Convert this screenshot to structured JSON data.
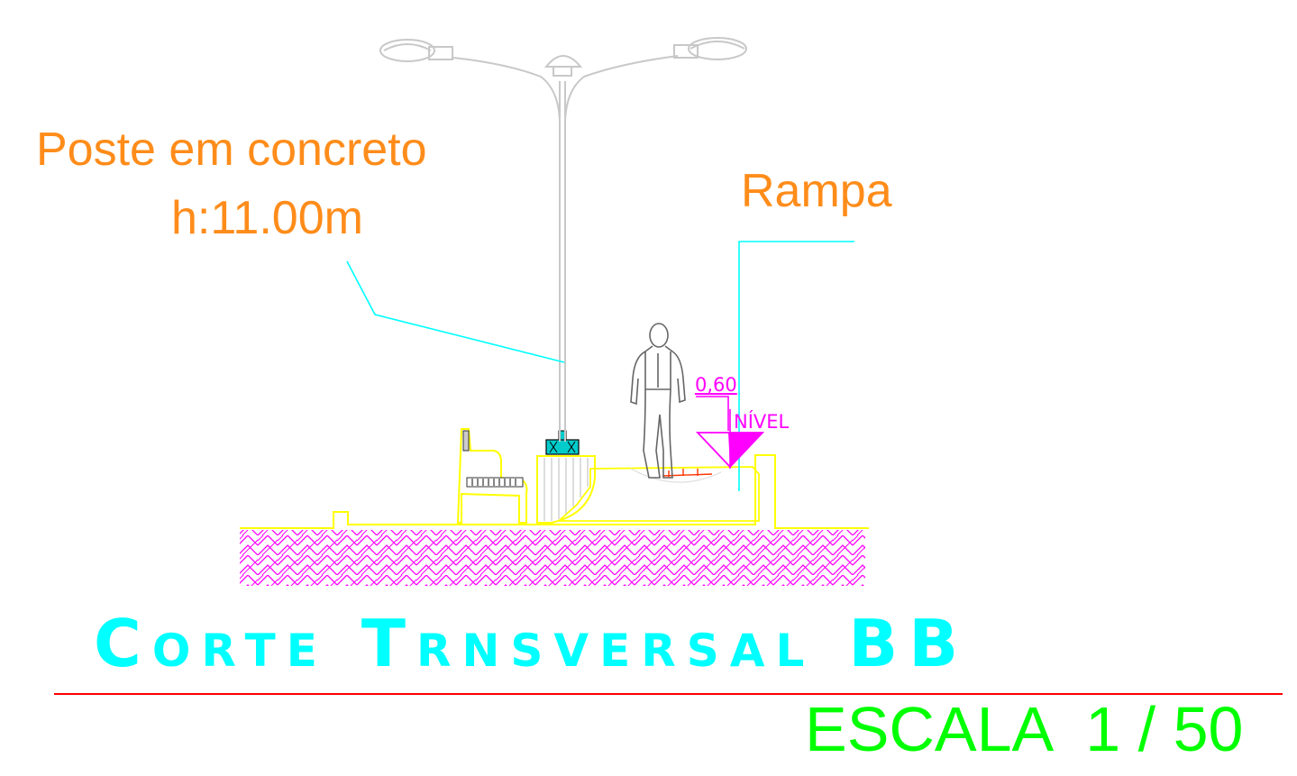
{
  "labels": {
    "pole_line1": "Poste em concreto",
    "pole_line2": "h:11.00m",
    "ramp": "Rampa",
    "dimension": "0,60",
    "level": "NÍVEL"
  },
  "title": "Corte Trnsversal BB",
  "scale": {
    "label": "ESCALA",
    "value": "1 / 50"
  },
  "colors": {
    "label": "#ff8c1a",
    "title": "#00ffff",
    "scale": "#00ff00",
    "leader": "#00ffff",
    "outline": "#ffff00",
    "hatch": "#ff00ff",
    "underline": "#ff0000",
    "pole": "#c8c8c8"
  }
}
